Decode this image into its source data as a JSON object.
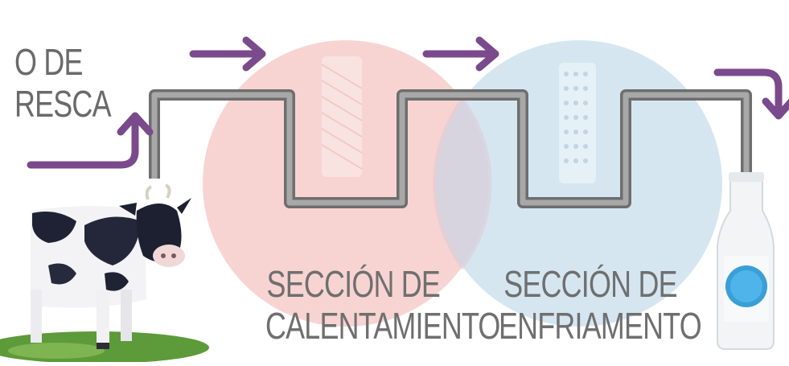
{
  "raw_milk": {
    "line1": "O DE",
    "line2": "RESCA"
  },
  "heating_section": {
    "line1": "SECCIÓN DE",
    "line2": "CALENTAMIENTO"
  },
  "cooling_section": {
    "line1": "SECCIÓN DE",
    "line2": "ENFRIAMENTO"
  },
  "colors": {
    "arrow": "#7a4a8c",
    "pipe": "#8a8a8a",
    "heating_zone": "#f6cfcd",
    "cooling_zone": "#cfe2ee",
    "text": "#6f6f6f",
    "grass": "#5d9a3a",
    "bottle_label": "#3a9fd6"
  }
}
